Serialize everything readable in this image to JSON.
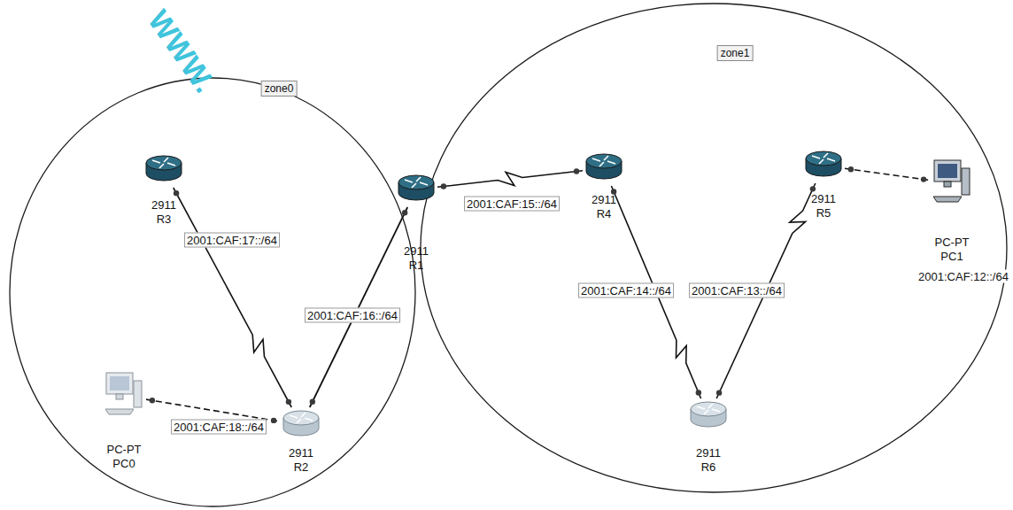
{
  "diagram": {
    "nodes": [
      {
        "text": [
          "zone0"
        ]
      },
      {
        "text": [
          "zone1"
        ]
      },
      {
        "text": [
          "2911",
          "R3"
        ],
        "in": 0
      },
      {
        "text": [
          "2911",
          "R1"
        ]
      },
      {
        "text": [
          "2911",
          "R4"
        ],
        "in": 1
      },
      {
        "text": [
          "2911",
          "R5"
        ],
        "in": 1
      },
      {
        "text": [
          "PC-PT",
          "PC1"
        ],
        "in": 1
      },
      {
        "text": [
          "2911",
          "R2"
        ],
        "in": 0
      },
      {
        "text": [
          "2911",
          "R6"
        ],
        "in": 1
      },
      {
        "text": [
          "PC-PT",
          "PC0"
        ],
        "in": 0
      }
    ],
    "edges": [
      {
        "from": 2,
        "to": 7,
        "arrow": "none",
        "label": "2001:CAF:17::/64"
      },
      {
        "from": 7,
        "to": 3,
        "arrow": "none",
        "label": "2001:CAF:16::/64"
      },
      {
        "from": 3,
        "to": 4,
        "arrow": "none",
        "label": "2001:CAF:15::/64"
      },
      {
        "from": 4,
        "to": 8,
        "arrow": "none",
        "label": "2001:CAF:14::/64"
      },
      {
        "from": 8,
        "to": 5,
        "arrow": "none",
        "label": "2001:CAF:13::/64"
      },
      {
        "from": 5,
        "to": 6,
        "arrow": "none"
      },
      {
        "from": 9,
        "to": 7,
        "arrow": "none",
        "label": "2001:CAF:18::/64"
      }
    ],
    "labels": [
      "WWW.",
      "2001:CAF:12::/64"
    ]
  }
}
